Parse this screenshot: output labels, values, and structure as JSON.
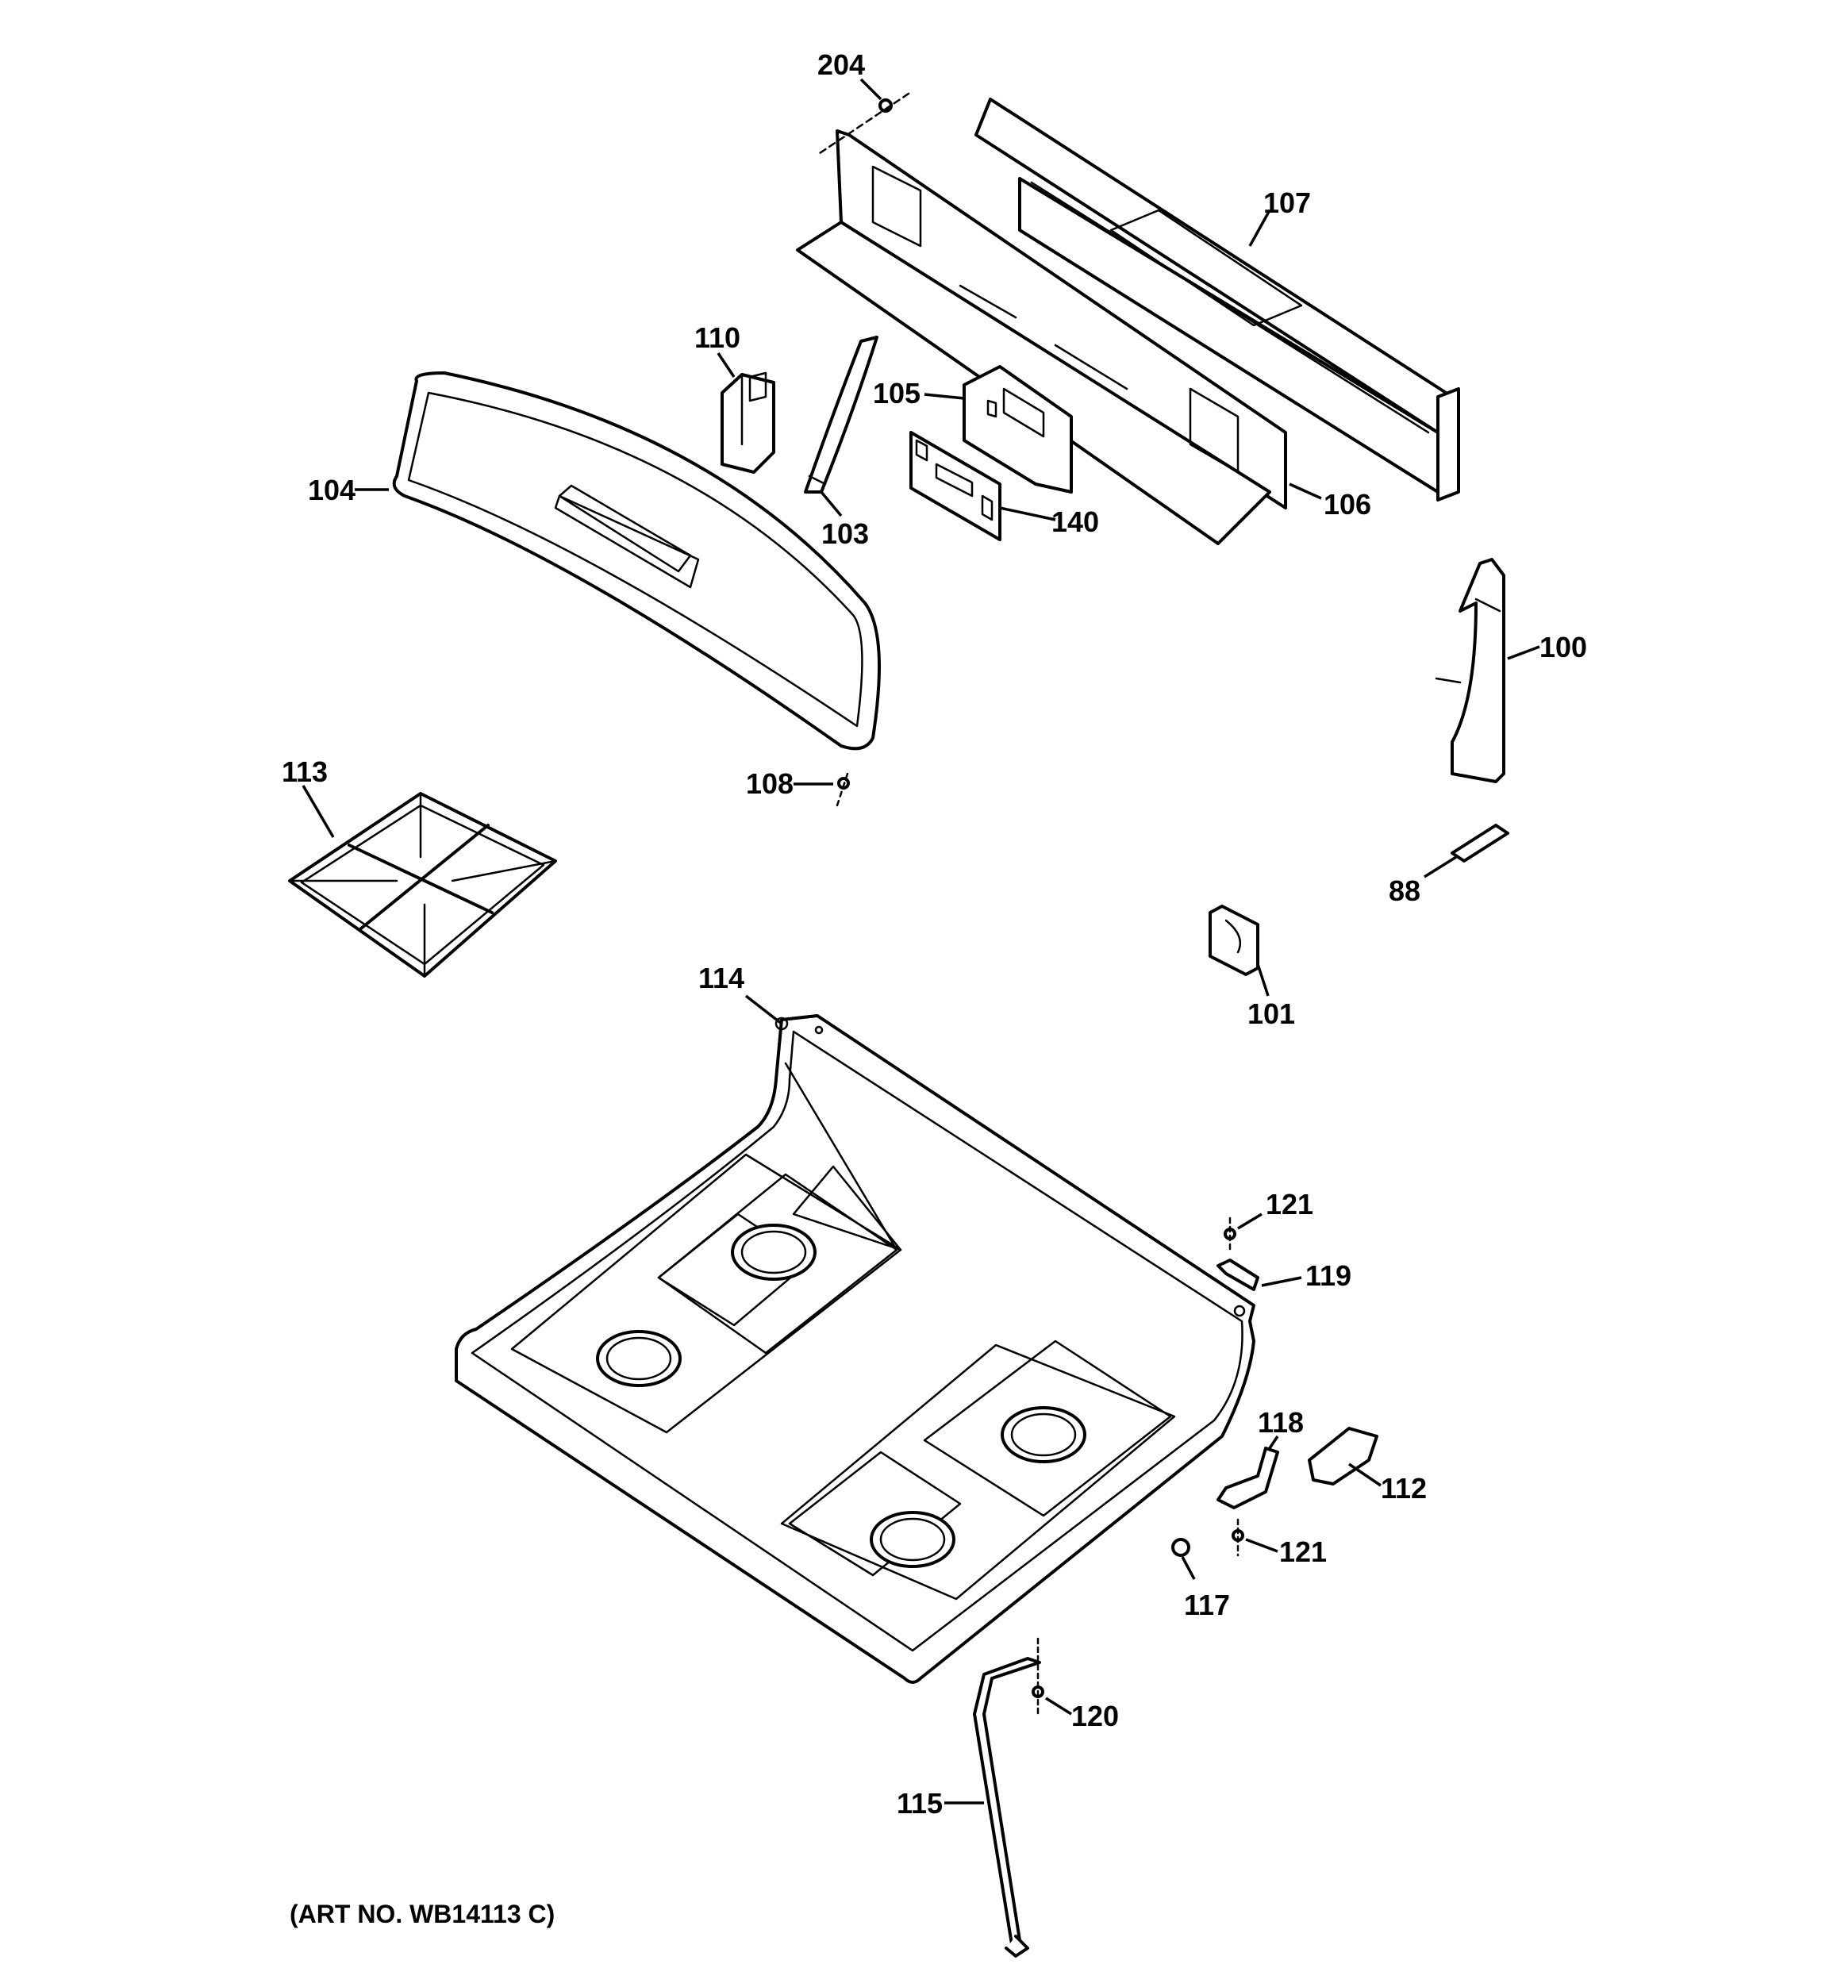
{
  "diagram": {
    "callouts": {
      "c204": "204",
      "c107": "107",
      "c110": "110",
      "c105": "105",
      "c104": "104",
      "c103": "103",
      "c140": "140",
      "c106": "106",
      "c100": "100",
      "c113": "113",
      "c108": "108",
      "c88": "88",
      "c114": "114",
      "c101": "101",
      "c121a": "121",
      "c119": "119",
      "c118": "118",
      "c112": "112",
      "c121b": "121",
      "c117": "117",
      "c120": "120",
      "c115": "115"
    },
    "art_number": "(ART NO. WB14113 C)"
  },
  "colors": {
    "line": "#000000",
    "background": "#ffffff"
  }
}
